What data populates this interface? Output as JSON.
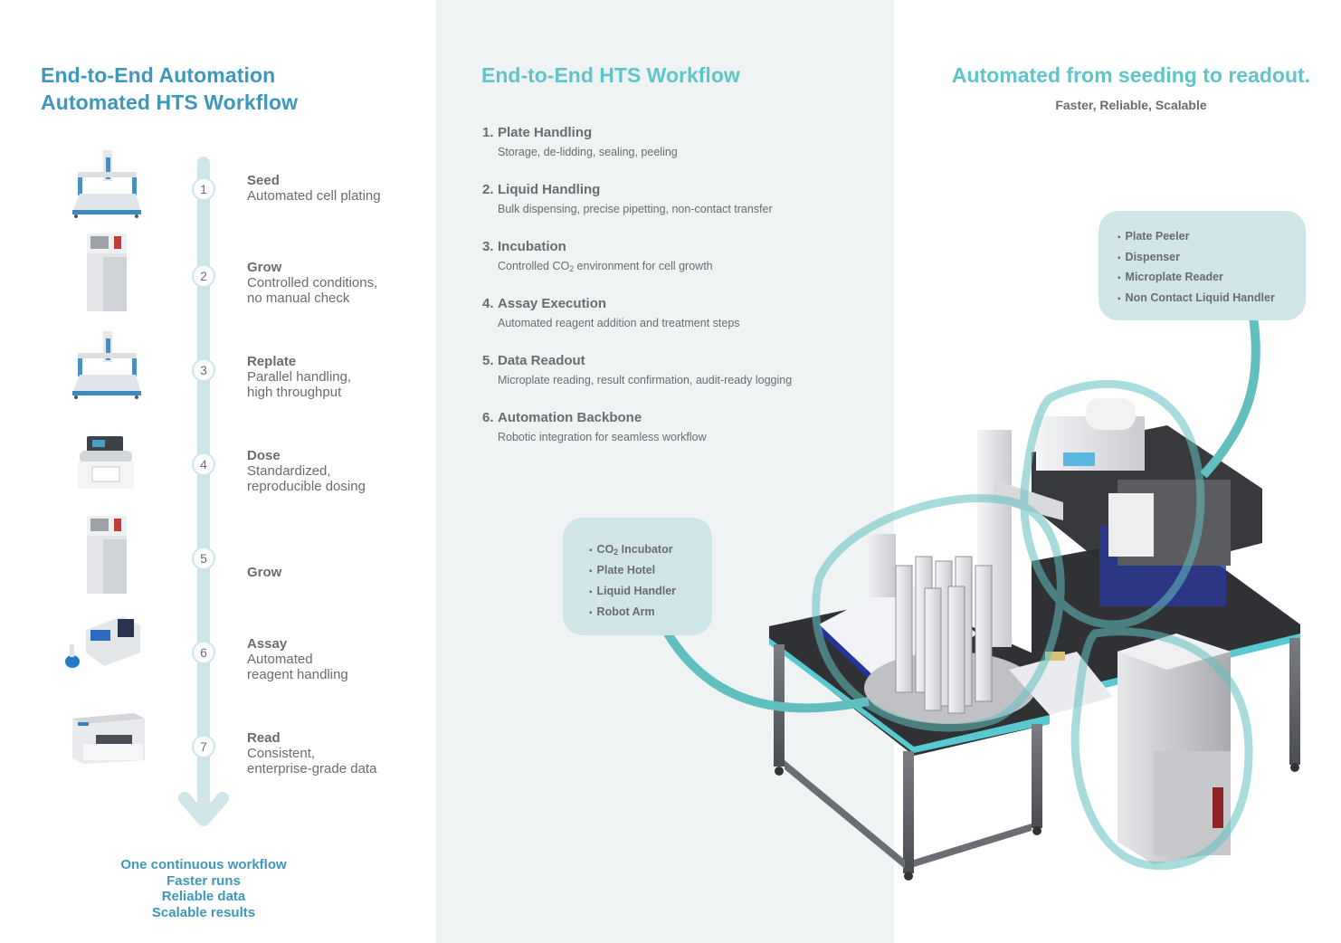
{
  "left": {
    "heading_line1": "End-to-End Automation",
    "heading_line2": "Automated HTS Workflow",
    "steps": [
      {
        "num": "1",
        "title": "Seed",
        "desc": "Automated cell plating",
        "device": "liquid-handler"
      },
      {
        "num": "2",
        "title": "Grow",
        "desc": "Controlled conditions,\nno manual check",
        "device": "incubator"
      },
      {
        "num": "3",
        "title": "Replate",
        "desc": "Parallel handling,\nhigh throughput",
        "device": "liquid-handler"
      },
      {
        "num": "4",
        "title": "Dose",
        "desc": "Standardized,\nreproducible dosing",
        "device": "dispenser"
      },
      {
        "num": "5",
        "title": "Grow",
        "desc": "",
        "device": "incubator"
      },
      {
        "num": "6",
        "title": "Assay",
        "desc": "Automated\nreagent handling",
        "device": "washer"
      },
      {
        "num": "7",
        "title": "Read",
        "desc": "Consistent,\nenterprise-grade data",
        "device": "plate-reader"
      }
    ],
    "footer": [
      "One continuous workflow",
      "Faster runs",
      "Reliable data",
      "Scalable results"
    ]
  },
  "middle": {
    "heading": "End-to-End HTS Workflow",
    "items": [
      {
        "num": "1.",
        "title": "Plate Handling",
        "desc": "Storage, de-lidding, sealing, peeling"
      },
      {
        "num": "2.",
        "title": "Liquid Handling",
        "desc": "Bulk dispensing, precise pipetting, non-contact transfer"
      },
      {
        "num": "3.",
        "title": "Incubation",
        "desc_pre": "Controlled CO",
        "desc_sub": "2",
        "desc_post": " environment for cell growth"
      },
      {
        "num": "4.",
        "title": "Assay Execution",
        "desc": "Automated reagent addition and treatment steps"
      },
      {
        "num": "5.",
        "title": "Data Readout",
        "desc": "Microplate reading, result confirmation, audit-ready logging"
      },
      {
        "num": "6.",
        "title": "Automation Backbone",
        "desc": "Robotic integration for seamless workflow"
      }
    ],
    "callout": {
      "items": [
        {
          "pre": "CO",
          "sub": "2",
          "post": " Incubator"
        },
        {
          "text": "Plate Hotel"
        },
        {
          "text": "Liquid Handler"
        },
        {
          "text": "Robot Arm"
        }
      ]
    }
  },
  "right": {
    "heading": "Automated from seeding to readout.",
    "subheading": "Faster, Reliable, Scalable",
    "callout": {
      "items": [
        "Plate Peeler",
        "Dispenser",
        "Microplate Reader",
        "Non Contact Liquid Handler"
      ]
    }
  },
  "colors": {
    "brand_blue": "#3e97bd",
    "teal": "#5ec6c9",
    "callout_bg": "#cfe5e8",
    "connector": "#62bfc0",
    "text_gray": "#6b6b70",
    "mid_panel_bg": "#eff3f4"
  }
}
